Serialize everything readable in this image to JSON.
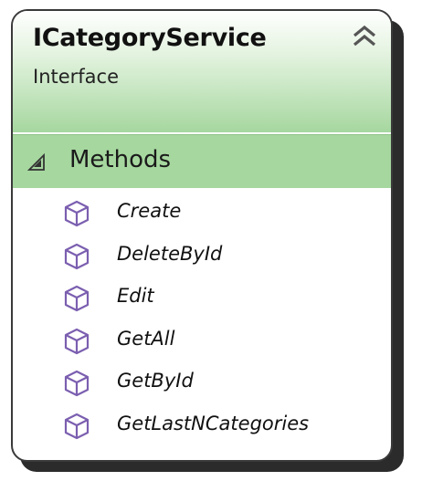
{
  "class_box": {
    "title": "ICategoryService",
    "subtitle": "Interface",
    "collapse_icon": "double-chevron-up-icon",
    "header_color": "#a6d79f"
  },
  "section": {
    "label": "Methods",
    "toggle_icon": "expanded-triangle-icon",
    "color": "#a6d79f"
  },
  "methods": [
    {
      "name": "Create",
      "icon": "method-cube-icon"
    },
    {
      "name": "DeleteById",
      "icon": "method-cube-icon"
    },
    {
      "name": "Edit",
      "icon": "method-cube-icon"
    },
    {
      "name": "GetAll",
      "icon": "method-cube-icon"
    },
    {
      "name": "GetById",
      "icon": "method-cube-icon"
    },
    {
      "name": "GetLastNCategories",
      "icon": "method-cube-icon"
    }
  ],
  "icon_color": "#7b5fb0"
}
